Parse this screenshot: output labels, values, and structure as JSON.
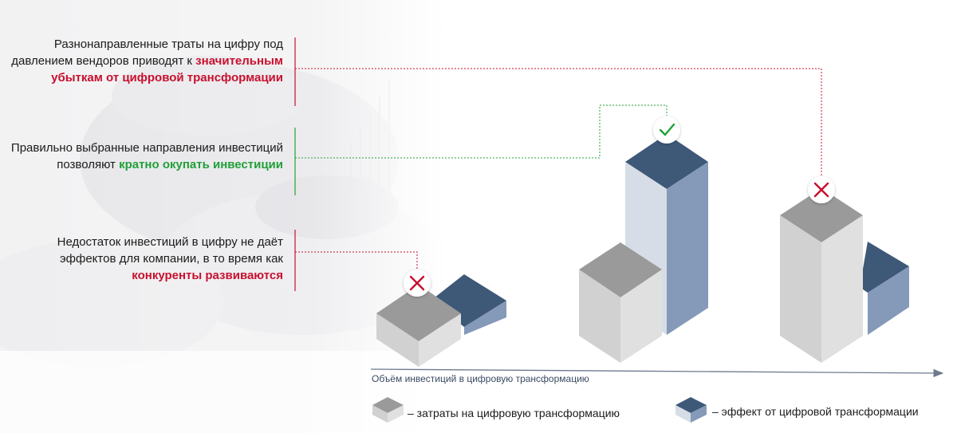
{
  "statements": [
    {
      "plain": "Разнонаправленные траты на цифру под давлением вендоров приводят к",
      "highlight": "значительным убыткам от цифровой трансформации",
      "color": "#c8102e"
    },
    {
      "plain": "Правильно выбранные направления инвестиций позволяют",
      "highlight": "кратно окупать инвестиции",
      "color": "#21a038"
    },
    {
      "plain": "Недостаток инвестиций в цифру не даёт эффектов для компании, в то время как",
      "highlight": "конкуренты развиваются",
      "color": "#c8102e"
    }
  ],
  "axis_label": "Объём инвестиций в цифровую трансформацию",
  "legend": {
    "costs": "– затраты на цифровую трансформацию",
    "effect": "– эффект от цифровой трансформации"
  },
  "colors": {
    "costs": "#b9b9b9",
    "effect": "#3e5878",
    "accent_red": "#c8102e",
    "accent_green": "#21a038"
  },
  "markers": [
    "cross-icon",
    "check-icon",
    "cross-icon"
  ]
}
